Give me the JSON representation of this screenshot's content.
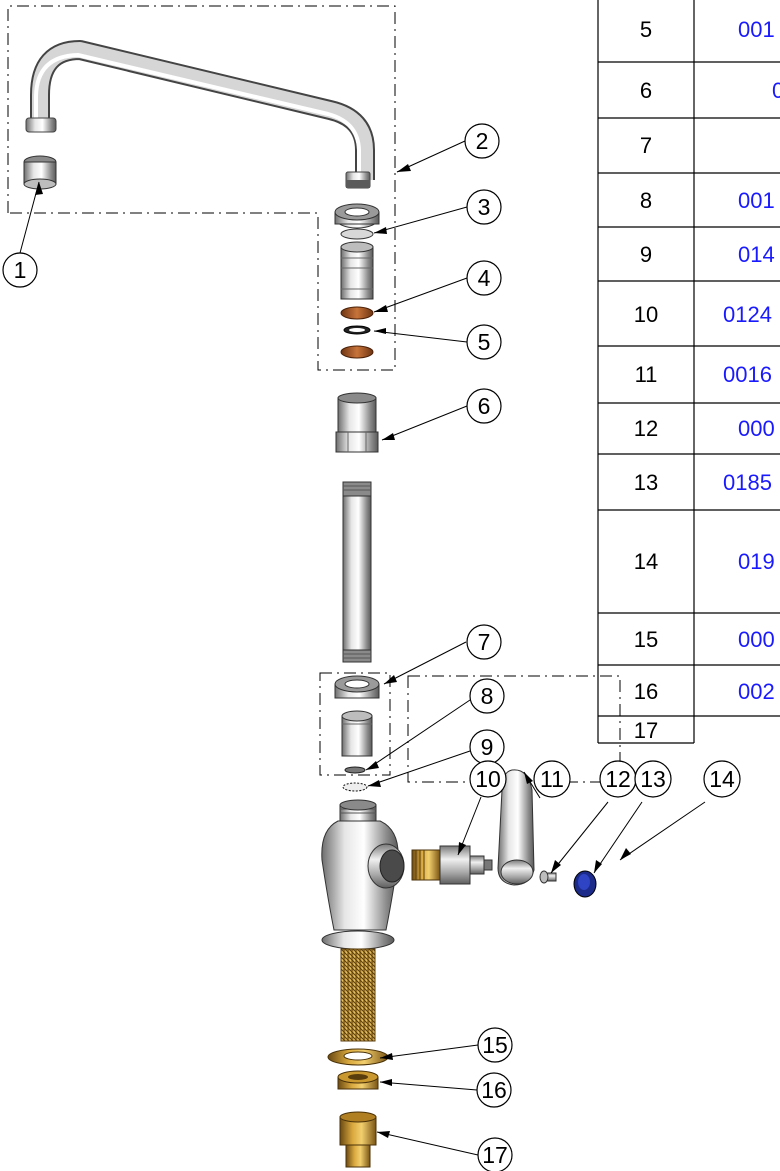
{
  "callouts": [
    "1",
    "2",
    "3",
    "4",
    "5",
    "6",
    "7",
    "8",
    "9",
    "10",
    "11",
    "12",
    "13",
    "14",
    "15",
    "16",
    "17"
  ],
  "parts_table": {
    "rows": [
      {
        "item": "5",
        "part": "001"
      },
      {
        "item": "6",
        "part": "0"
      },
      {
        "item": "7",
        "part": ""
      },
      {
        "item": "8",
        "part": "001"
      },
      {
        "item": "9",
        "part": "014"
      },
      {
        "item": "10",
        "part": "0124"
      },
      {
        "item": "11",
        "part": "0016"
      },
      {
        "item": "12",
        "part": "000"
      },
      {
        "item": "13",
        "part": "0185"
      },
      {
        "item": "14",
        "part": "019"
      },
      {
        "item": "15",
        "part": "000"
      },
      {
        "item": "16",
        "part": "002"
      },
      {
        "item": "17",
        "part": ""
      }
    ]
  },
  "colors": {
    "link_blue": "#1a1aff",
    "brass": "#b8862a",
    "rubber": "#a0522d",
    "chrome": "#c8c8c8",
    "blue_cap": "#1c2b8a"
  }
}
